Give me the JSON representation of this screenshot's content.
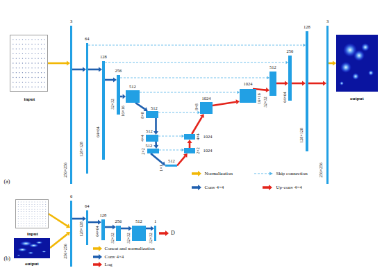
{
  "diagram": {
    "nodes": [
      {
        "text": [
          "input"
        ]
      },
      {
        "text": [
          "3",
          "256×256"
        ]
      },
      {
        "text": [
          "64",
          "128×128"
        ]
      },
      {
        "text": [
          "128",
          "64×64"
        ]
      },
      {
        "text": [
          "256",
          "32×32"
        ]
      },
      {
        "text": [
          "512",
          "16×16"
        ]
      },
      {
        "text": [
          "512",
          "8×8"
        ]
      },
      {
        "text": [
          "512",
          "4×4"
        ]
      },
      {
        "text": [
          "512",
          "2×2"
        ]
      },
      {
        "text": [
          "512",
          "1×1"
        ]
      },
      {
        "text": [
          "1024",
          "2×2"
        ]
      },
      {
        "text": [
          "1024",
          "4×4"
        ]
      },
      {
        "text": [
          "1024",
          "8×8"
        ]
      },
      {
        "text": [
          "1024",
          "16×16"
        ]
      },
      {
        "text": [
          "512",
          "32×32"
        ]
      },
      {
        "text": [
          "256",
          "64×64"
        ]
      },
      {
        "text": [
          "128",
          "128×128"
        ]
      },
      {
        "text": [
          "3",
          "256×256"
        ]
      },
      {
        "text": [
          "output"
        ]
      },
      {
        "text": [
          "input"
        ]
      },
      {
        "text": [
          "output"
        ]
      },
      {
        "text": [
          "6",
          "256×256"
        ]
      },
      {
        "text": [
          "64",
          "128×128"
        ]
      },
      {
        "text": [
          "128",
          "64×64"
        ]
      },
      {
        "text": [
          "256",
          "32×32"
        ]
      },
      {
        "text": [
          "512",
          "32×32"
        ]
      },
      {
        "text": [
          "1",
          "32×32"
        ]
      }
    ],
    "edges": [
      {
        "from": 0,
        "to": 1,
        "arrow": "to"
      },
      {
        "from": 1,
        "to": 2,
        "arrow": "to"
      },
      {
        "from": 2,
        "to": 3,
        "arrow": "to"
      },
      {
        "from": 3,
        "to": 4,
        "arrow": "to"
      },
      {
        "from": 4,
        "to": 5,
        "arrow": "to"
      },
      {
        "from": 5,
        "to": 6,
        "arrow": "to"
      },
      {
        "from": 6,
        "to": 7,
        "arrow": "to"
      },
      {
        "from": 7,
        "to": 8,
        "arrow": "to"
      },
      {
        "from": 8,
        "to": 9,
        "arrow": "to"
      },
      {
        "from": 9,
        "to": 10,
        "arrow": "to"
      },
      {
        "from": 10,
        "to": 11,
        "arrow": "to"
      },
      {
        "from": 11,
        "to": 12,
        "arrow": "to"
      },
      {
        "from": 12,
        "to": 13,
        "arrow": "to"
      },
      {
        "from": 13,
        "to": 14,
        "arrow": "to"
      },
      {
        "from": 14,
        "to": 15,
        "arrow": "to"
      },
      {
        "from": 15,
        "to": 16,
        "arrow": "to"
      },
      {
        "from": 16,
        "to": 17,
        "arrow": "to"
      },
      {
        "from": 17,
        "to": 18,
        "arrow": "to"
      },
      {
        "from": 2,
        "to": 16,
        "arrow": "to"
      },
      {
        "from": 3,
        "to": 15,
        "arrow": "to"
      },
      {
        "from": 4,
        "to": 14,
        "arrow": "to"
      },
      {
        "from": 5,
        "to": 13,
        "arrow": "to"
      },
      {
        "from": 6,
        "to": 12,
        "arrow": "to"
      },
      {
        "from": 7,
        "to": 11,
        "arrow": "to"
      },
      {
        "from": 8,
        "to": 10,
        "arrow": "to"
      },
      {
        "from": 19,
        "to": 21,
        "arrow": "to"
      },
      {
        "from": 20,
        "to": 21,
        "arrow": "to"
      },
      {
        "from": 21,
        "to": 22,
        "arrow": "to"
      },
      {
        "from": 22,
        "to": 23,
        "arrow": "to"
      },
      {
        "from": 23,
        "to": 24,
        "arrow": "to"
      },
      {
        "from": 24,
        "to": 25,
        "arrow": "to"
      },
      {
        "from": 25,
        "to": 26,
        "arrow": "to"
      }
    ],
    "labels": [
      "(a)",
      "(b)",
      "D"
    ],
    "legend": [
      {
        "text": "Normalization"
      },
      {
        "text": "Skip connection"
      },
      {
        "text": "Conv 4×4"
      },
      {
        "text": "Up-conv 4×4"
      },
      {
        "text": "Concat and normalization"
      },
      {
        "text": "Conv 4×4"
      },
      {
        "text": "Log"
      }
    ]
  }
}
